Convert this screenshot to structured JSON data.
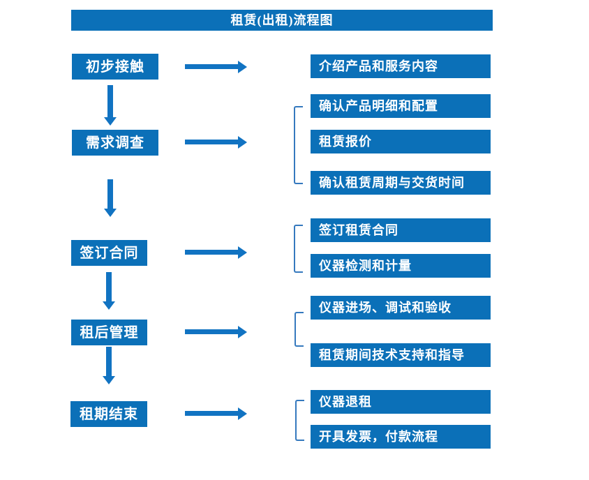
{
  "title": "租赁(出租)流程图",
  "colors": {
    "box_blue": "#0B70B8",
    "arrow_blue": "#1173C2",
    "bracket_blue": "#3579BE",
    "text_white": "#FFFFFF",
    "background": "#FFFFFF"
  },
  "left_steps": [
    "初步接触",
    "需求调查",
    "签订合同",
    "租后管理",
    "租期结束"
  ],
  "right_steps": [
    "介绍产品和服务内容",
    "确认产品明细和配置",
    "租赁报价",
    "确认租赁周期与交货时间",
    "签订租赁合同",
    "仪器检测和计量",
    "仪器进场、调试和验收",
    "租赁期间技术支持和指导",
    "仪器退租",
    "开具发票，付款流程"
  ]
}
